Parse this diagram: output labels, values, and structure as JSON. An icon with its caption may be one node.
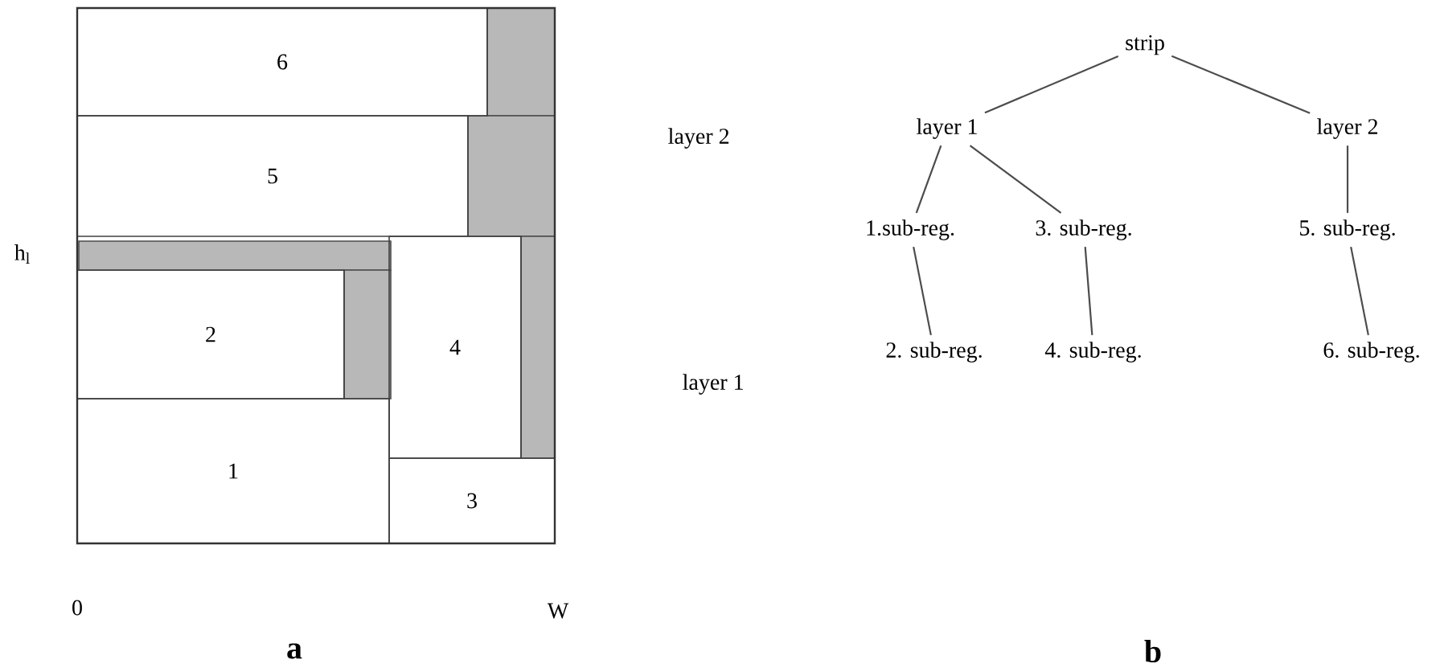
{
  "diagram": {
    "nodes": [
      {
        "text": [
          "6"
        ]
      },
      {
        "text": [
          "5"
        ]
      },
      {
        "text": [
          "2"
        ]
      },
      {
        "text": [
          "4"
        ]
      },
      {
        "text": [
          "1"
        ]
      },
      {
        "text": [
          "3"
        ]
      },
      {
        "text": [
          "strip"
        ]
      },
      {
        "text": [
          "layer 1"
        ]
      },
      {
        "text": [
          "layer 2"
        ]
      },
      {
        "text": [
          "1.sub-reg."
        ]
      },
      {
        "text": [
          "3. sub-reg."
        ]
      },
      {
        "text": [
          "5. sub-reg."
        ]
      },
      {
        "text": [
          "2. sub-reg."
        ]
      },
      {
        "text": [
          "4. sub-reg."
        ]
      },
      {
        "text": [
          "6. sub-reg."
        ]
      },
      {
        "text": [],
        "shape": "box"
      },
      {
        "text": [],
        "shape": "box"
      },
      {
        "text": [],
        "shape": "box"
      },
      {
        "text": [],
        "shape": "box"
      },
      {
        "text": [],
        "shape": "box"
      }
    ],
    "edges": [
      {
        "from": 6,
        "to": 7,
        "arrow": "none"
      },
      {
        "from": 6,
        "to": 8,
        "arrow": "none"
      },
      {
        "from": 7,
        "to": 9,
        "arrow": "none"
      },
      {
        "from": 7,
        "to": 10,
        "arrow": "none"
      },
      {
        "from": 8,
        "to": 11,
        "arrow": "none"
      },
      {
        "from": 9,
        "to": 12,
        "arrow": "none"
      },
      {
        "from": 10,
        "to": 13,
        "arrow": "none"
      },
      {
        "from": 11,
        "to": 14,
        "arrow": "none"
      }
    ],
    "labels": [
      "layer 2",
      "h$_{l}$",
      "layer 1",
      "0",
      "W",
      "a",
      "b"
    ]
  }
}
